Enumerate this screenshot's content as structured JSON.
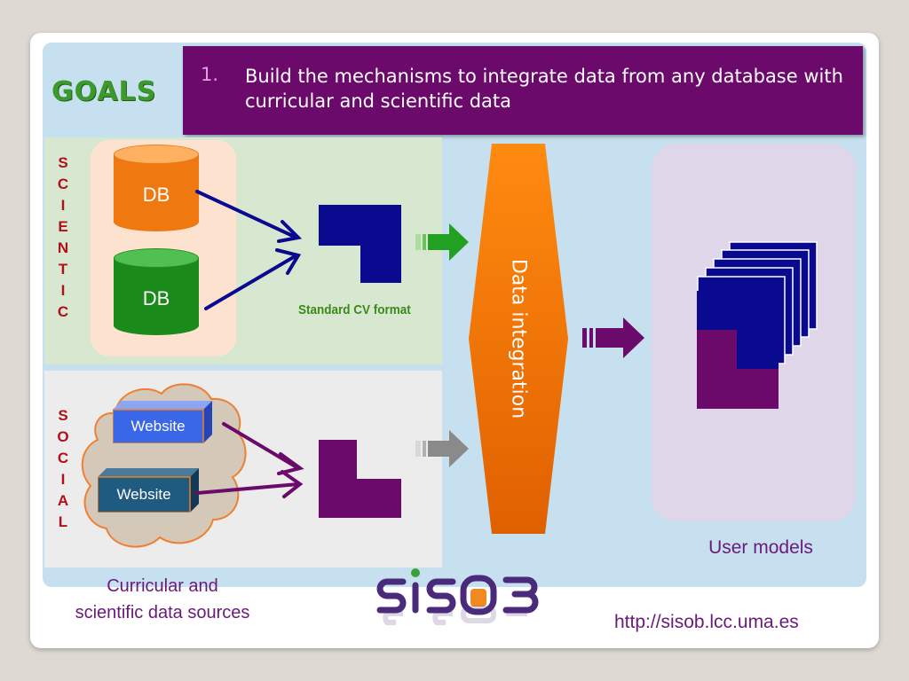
{
  "header": {
    "logo_text": "GOALS",
    "goal_number": "1.",
    "goal_text": "Build the mechanisms to integrate data from any database with curricular and scientific data"
  },
  "scientific": {
    "vertical_label": [
      "S",
      "C",
      "I",
      "E",
      "N",
      "T",
      "I",
      "C"
    ],
    "databases": [
      {
        "label": "DB",
        "color": "#f07810"
      },
      {
        "label": "DB",
        "color": "#1a8a1a"
      }
    ],
    "format_label": "Standard CV format"
  },
  "social": {
    "vertical_label": [
      "S",
      "O",
      "C",
      "I",
      "A",
      "L"
    ],
    "websites": [
      {
        "label": "Website",
        "color": "#3a66e8"
      },
      {
        "label": "Website",
        "color": "#1f5a80"
      }
    ]
  },
  "integration": {
    "label": "Data integration",
    "color": "#f07808"
  },
  "user_models": {
    "label": "User models"
  },
  "sources_caption": [
    "Curricular and",
    "scientific data sources"
  ],
  "footer": {
    "logo_text": "sisob",
    "url": "http://sisob.lcc.uma.es"
  },
  "colors": {
    "navy": "#0a0a90",
    "purple": "#6c0a6c",
    "green_arrow": "#22a022",
    "gray_arrow": "#8a8a8a"
  }
}
